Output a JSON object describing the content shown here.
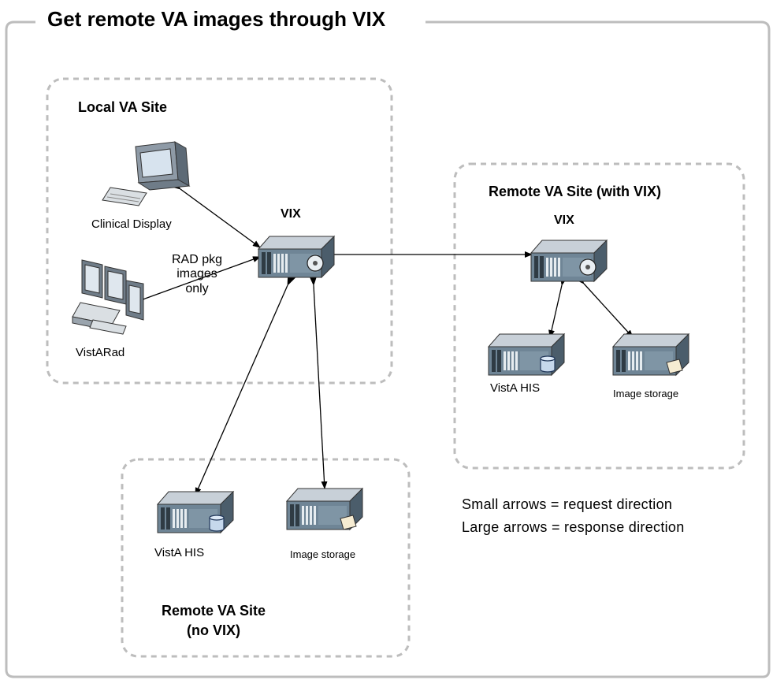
{
  "diagram": {
    "title": "Get remote VA images through VIX",
    "local_site": {
      "label": "Local VA Site",
      "clinical_display_label": "Clinical Display",
      "vistarad_label": "VistARad",
      "vix_label": "VIX",
      "rad_note": [
        "RAD pkg",
        "images",
        "only"
      ]
    },
    "remote_with_vix": {
      "label": "Remote VA Site (with VIX)",
      "vix_label": "VIX",
      "his_label": "VistA HIS",
      "storage_label": "Image storage"
    },
    "remote_no_vix": {
      "label_line1": "Remote VA Site",
      "label_line2": "(no VIX)",
      "his_label": "VistA HIS",
      "storage_label": "Image storage"
    },
    "legend": {
      "small_arrows": "Small arrows = request direction",
      "large_arrows": "Large arrows = response direction"
    }
  },
  "icons": {
    "server": "server-icon",
    "monitor": "desktop-monitor-icon",
    "workstation": "multi-monitor-workstation-icon",
    "database": "database-icon",
    "storage": "image-storage-icon"
  },
  "colors": {
    "dashed_border": "#bdbdbd",
    "server_top": "#c8d0d8",
    "server_front": "#6f8596",
    "server_side": "#4b5d6b"
  }
}
